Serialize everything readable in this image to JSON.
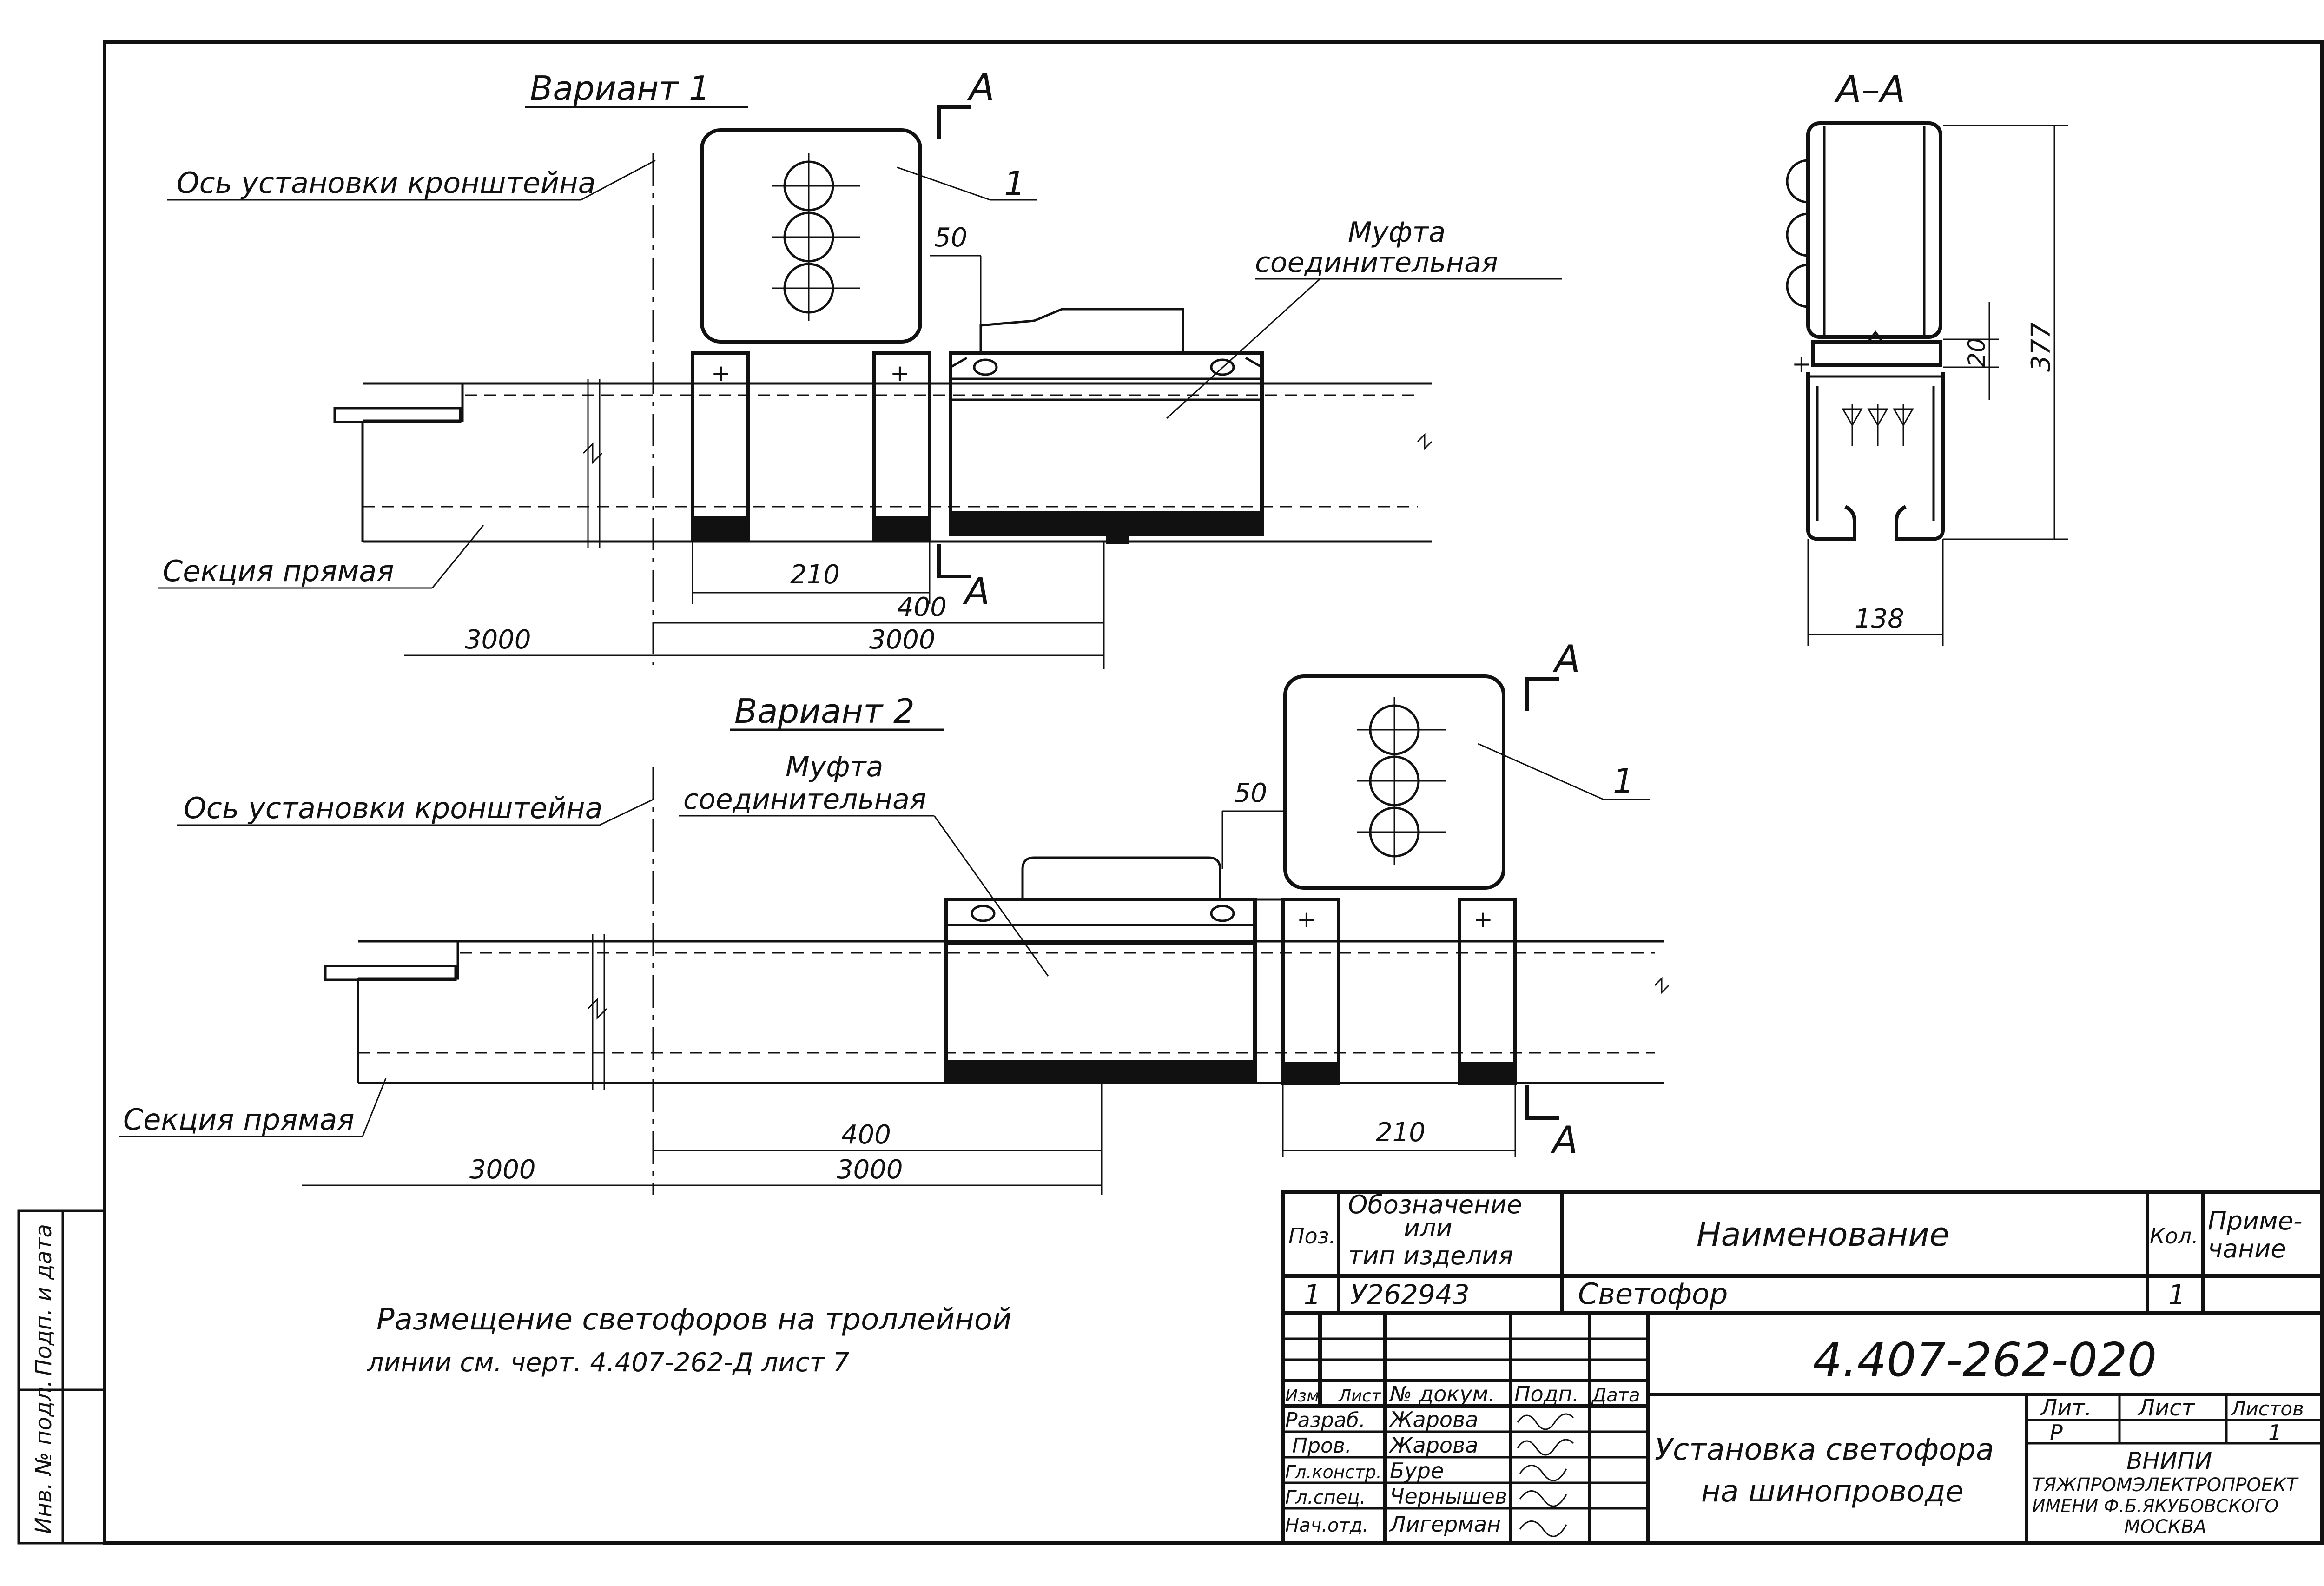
{
  "variant1": {
    "title": "Вариант 1",
    "axis_label": "Ось установки кронштейна",
    "section_label": "Секция прямая",
    "coupling_label_1": "Муфта",
    "coupling_label_2": "соединительная",
    "callout": "1",
    "section_marker": "A",
    "dims": {
      "gap": "50",
      "legs": "210",
      "offset": "400",
      "left": "3000",
      "right": "3000"
    }
  },
  "variant2": {
    "title": "Вариант 2",
    "axis_label": "Ось установки кронштейна",
    "section_label": "Секция прямая",
    "coupling_label_1": "Муфта",
    "coupling_label_2": "соединительная",
    "callout": "1",
    "section_marker": "A",
    "dims": {
      "gap": "50",
      "legs": "210",
      "offset": "400",
      "left": "3000",
      "right": "3000"
    }
  },
  "section_view": {
    "title": "A–A",
    "dims": {
      "height": "377",
      "small": "20",
      "width": "138"
    }
  },
  "note": {
    "line1": "Размещение светофоров на троллейной",
    "line2": "линии см. черт. 4.407-262-Д лист 7"
  },
  "spec_table": {
    "headers": {
      "pos": "Поз.",
      "des1": "Обозначение",
      "des2": "или",
      "des3": "тип изделия",
      "name": "Наименование",
      "qty": "Кол.",
      "note1": "Приме-",
      "note2": "чание"
    },
    "row": {
      "pos": "1",
      "designation": "У262943",
      "name": "Светофор",
      "qty": "1"
    }
  },
  "title_block": {
    "doc_number": "4.407-262-020",
    "title_line1": "Установка светофора",
    "title_line2": "на шинопроводе",
    "col_headers": {
      "izm": "Изм.",
      "list": "Лист",
      "doc": "№ докум.",
      "sign": "Подп.",
      "date": "Дата"
    },
    "roles": [
      {
        "role": "Разраб.",
        "name": "Жарова"
      },
      {
        "role": "Пров.",
        "name": "Жарова"
      },
      {
        "role": "Гл.констр.",
        "name": "Буре"
      },
      {
        "role": "Гл.спец.",
        "name": "Чернышев"
      },
      {
        "role": "Нач.отд.",
        "name": "Лигерман"
      }
    ],
    "stage_headers": {
      "lit": "Лит.",
      "sheet": "Лист",
      "sheets": "Листов"
    },
    "stage_values": {
      "lit": "Р",
      "sheets": "1"
    },
    "org": [
      "ВНИПИ",
      "ТЯЖПРОМЭЛЕКТРОПРОЕКТ",
      "ИМЕНИ Ф.Б.ЯКУБОВСКОГО",
      "МОСКВА"
    ]
  },
  "margin": {
    "label1": "Инв. № подл.",
    "label2": "Подп. и дата"
  }
}
